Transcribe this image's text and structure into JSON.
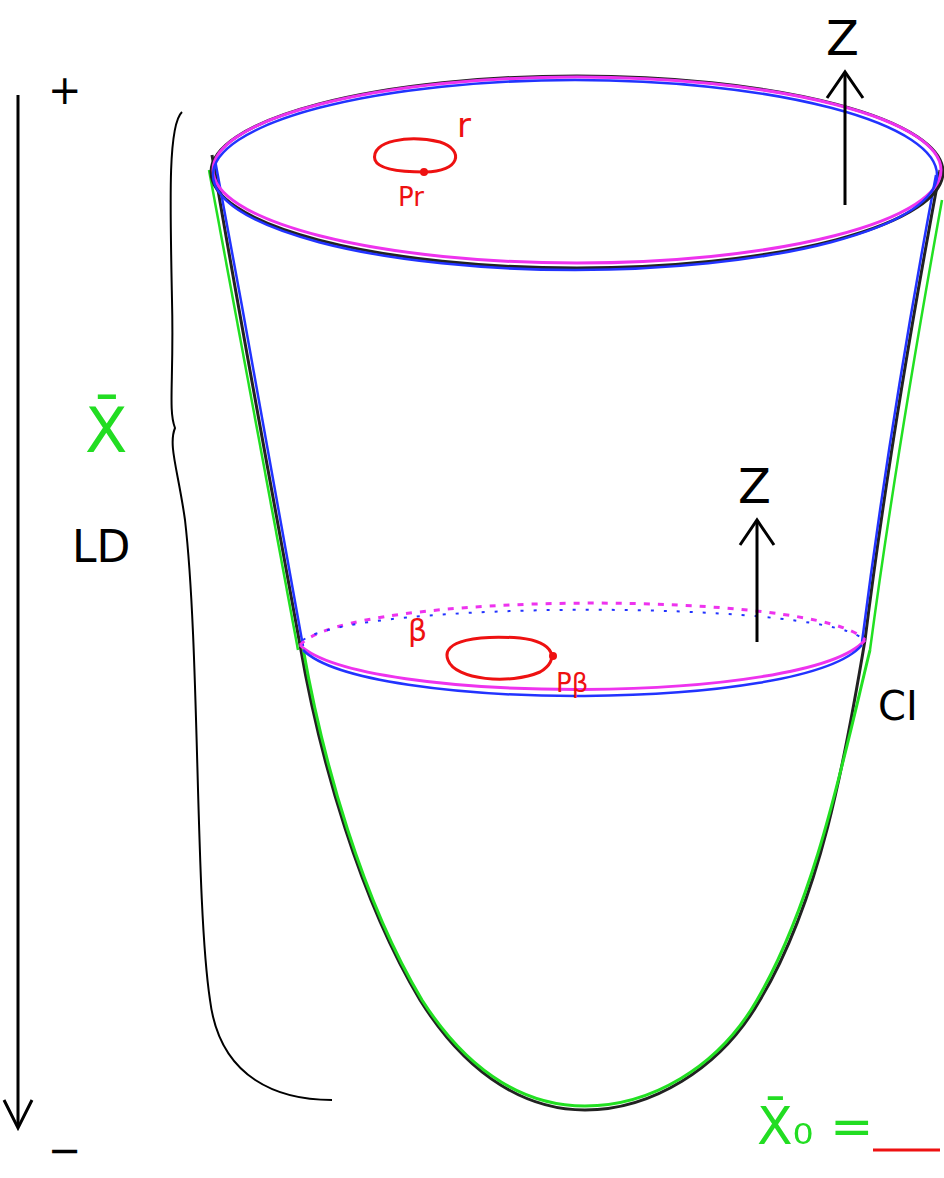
{
  "diagram": {
    "labels": [
      "+",
      "X̄",
      "LD",
      "Z",
      "r",
      "Pr",
      "Z",
      "β",
      "Pβ",
      "CI",
      "−",
      "X̄₀ ="
    ]
  }
}
